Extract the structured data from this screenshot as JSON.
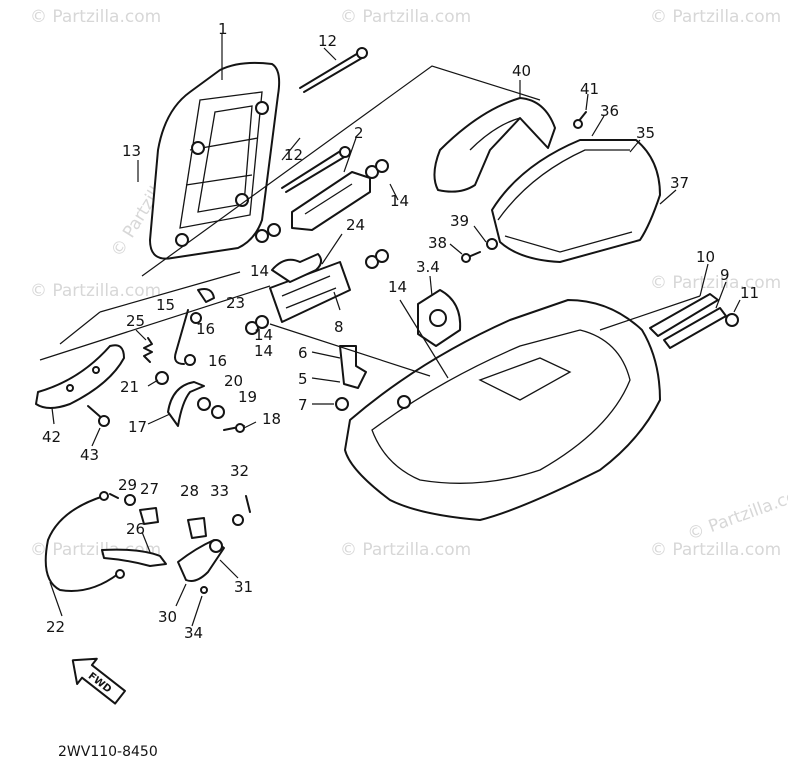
{
  "diagram_code": "2WV110-8450",
  "fwd_label": "FWD",
  "watermark": "© Partzilla.com",
  "callouts": [
    "1",
    "12",
    "12",
    "13",
    "2",
    "14",
    "40",
    "41",
    "36",
    "35",
    "37",
    "39",
    "38",
    "3.4",
    "24",
    "14",
    "14",
    "14",
    "10",
    "9",
    "11",
    "15",
    "23",
    "25",
    "16",
    "16",
    "8",
    "14",
    "6",
    "5",
    "7",
    "21",
    "20",
    "19",
    "18",
    "42",
    "43",
    "17",
    "29",
    "27",
    "28",
    "33",
    "32",
    "26",
    "31",
    "30",
    "34",
    "22"
  ]
}
